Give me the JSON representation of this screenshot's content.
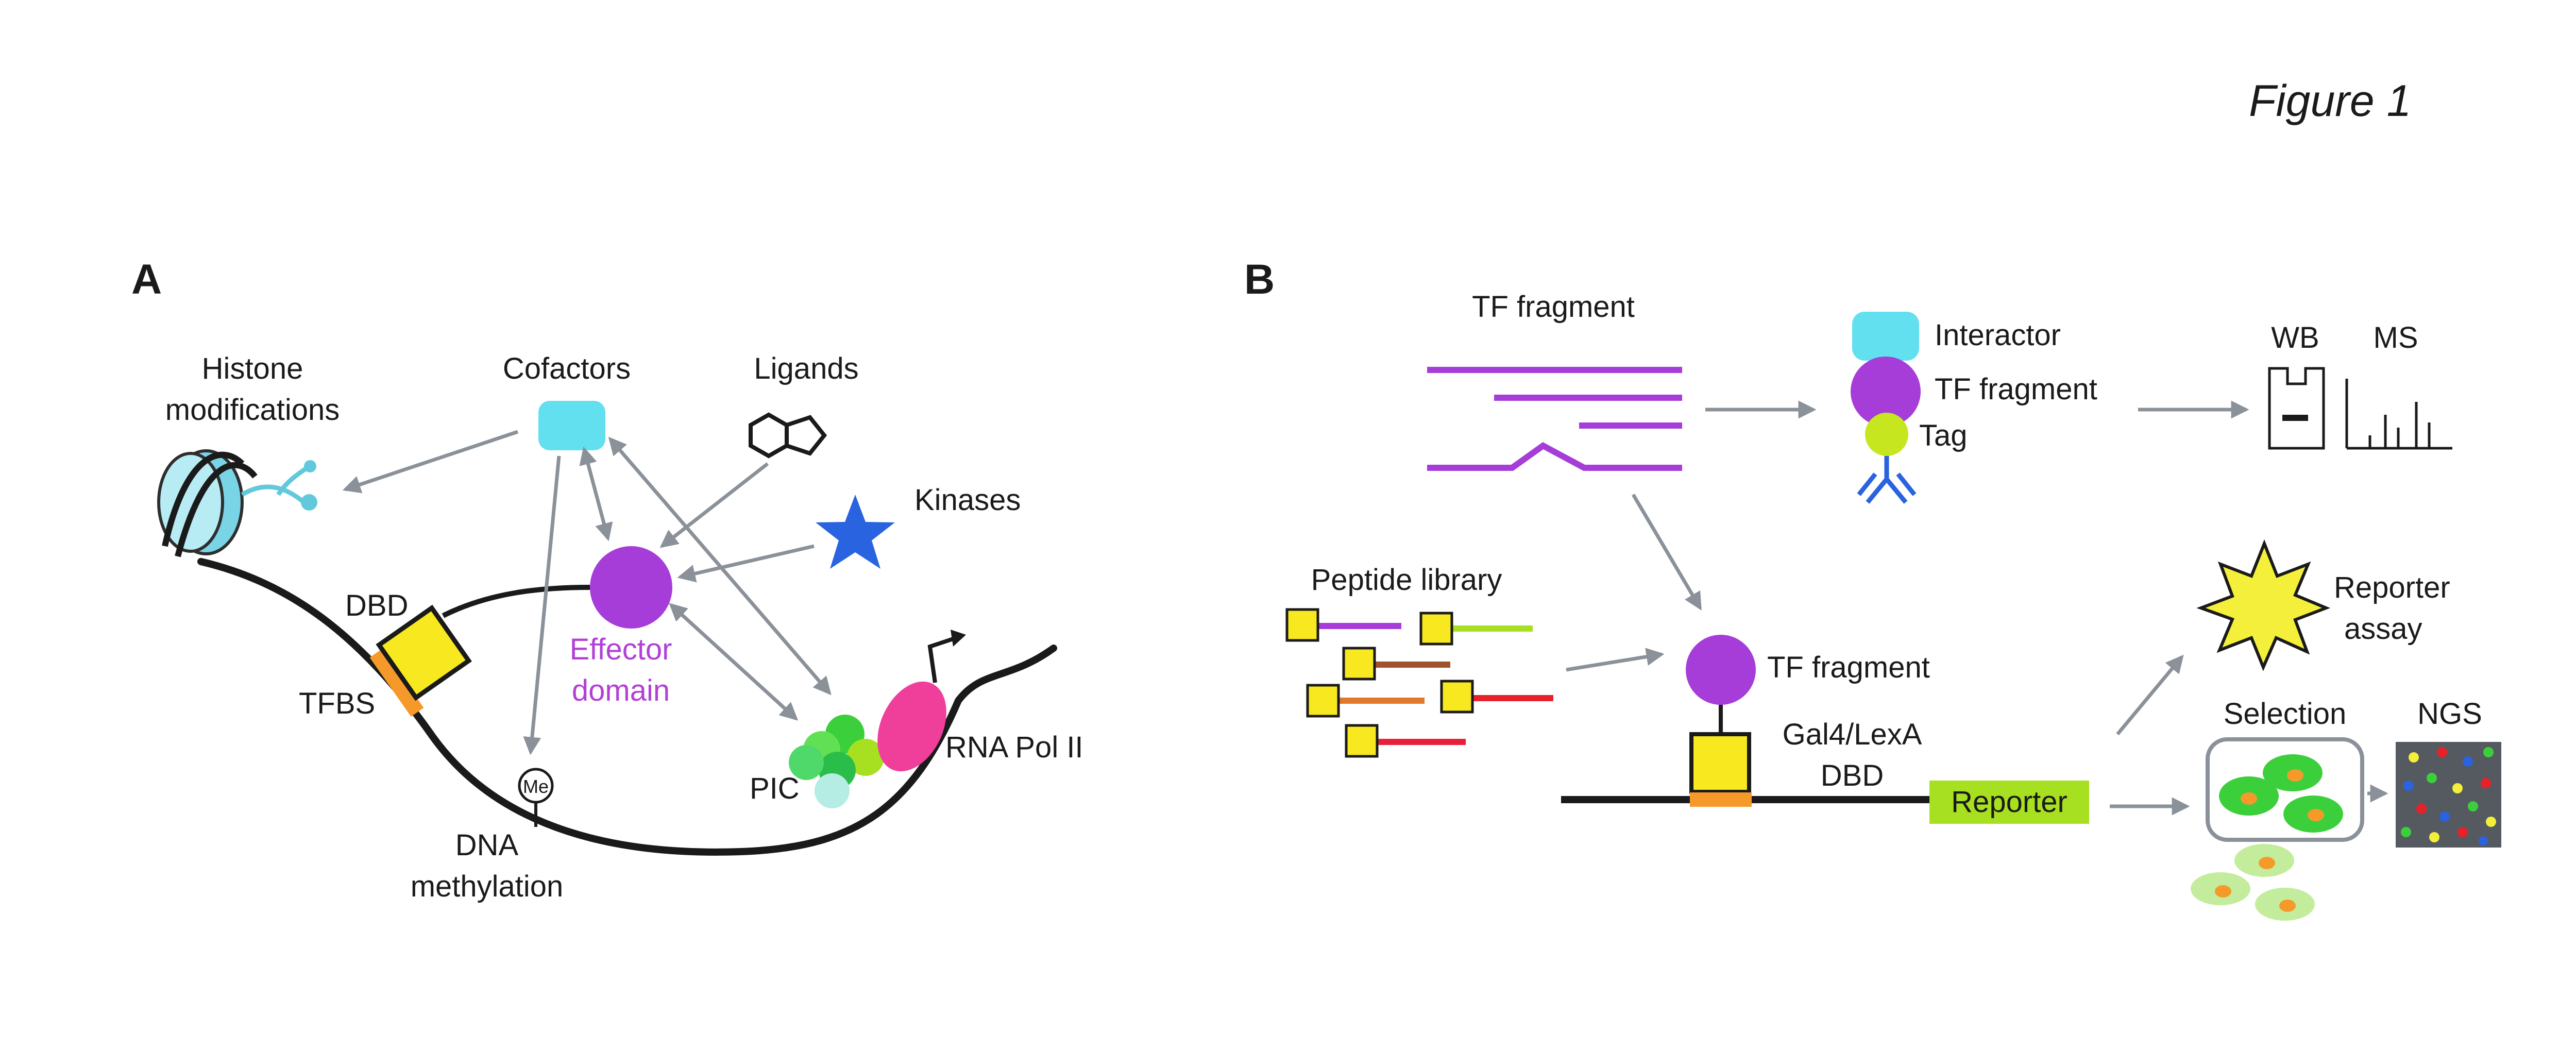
{
  "figure_title": "Figure 1",
  "panel_a": {
    "letter": "A",
    "histone_line1": "Histone",
    "histone_line2": "modifications",
    "cofactors": "Cofactors",
    "ligands": "Ligands",
    "kinases": "Kinases",
    "dbd": "DBD",
    "tfbs": "TFBS",
    "effector_line1": "Effector",
    "effector_line2": "domain",
    "methyl_mark": "Me",
    "dna_line1": "DNA",
    "dna_line2": "methylation",
    "pic": "PIC",
    "rnapol": "RNA Pol II"
  },
  "panel_b": {
    "letter": "B",
    "tf_fragment_top": "TF fragment",
    "interactor": "Interactor",
    "tf_fragment_right": "TF fragment",
    "tag": "Tag",
    "wb": "WB",
    "ms": "MS",
    "peptide_library": "Peptide library",
    "tf_fragment_center": "TF fragment",
    "gal4_line1": "Gal4/LexA",
    "gal4_line2": "DBD",
    "reporter": "Reporter",
    "reporter_assay_line1": "Reporter",
    "reporter_assay_line2": "assay",
    "selection": "Selection",
    "ngs": "NGS"
  },
  "colors": {
    "effector_purple": "#a63dd9",
    "effector_text": "#b23fd6",
    "cofactor_cyan": "#62e0f0",
    "kinase_blue": "#2a63e0",
    "dbd_yellow": "#f7e81f",
    "tfbs_orange": "#f59a2a",
    "rnapol_pink": "#f03f9b",
    "reporter_green": "#a6e020",
    "arrow_grey": "#8a9199"
  }
}
